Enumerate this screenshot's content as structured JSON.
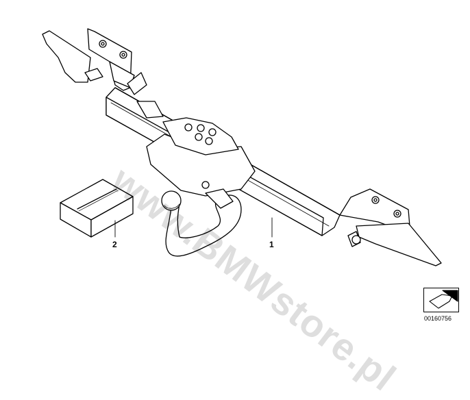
{
  "callouts": {
    "part1": "1",
    "part2": "2"
  },
  "watermark": "www.BMWstore.pl",
  "diagram_number": "00160756",
  "icons": {
    "logo": "arrow-logo-icon"
  }
}
